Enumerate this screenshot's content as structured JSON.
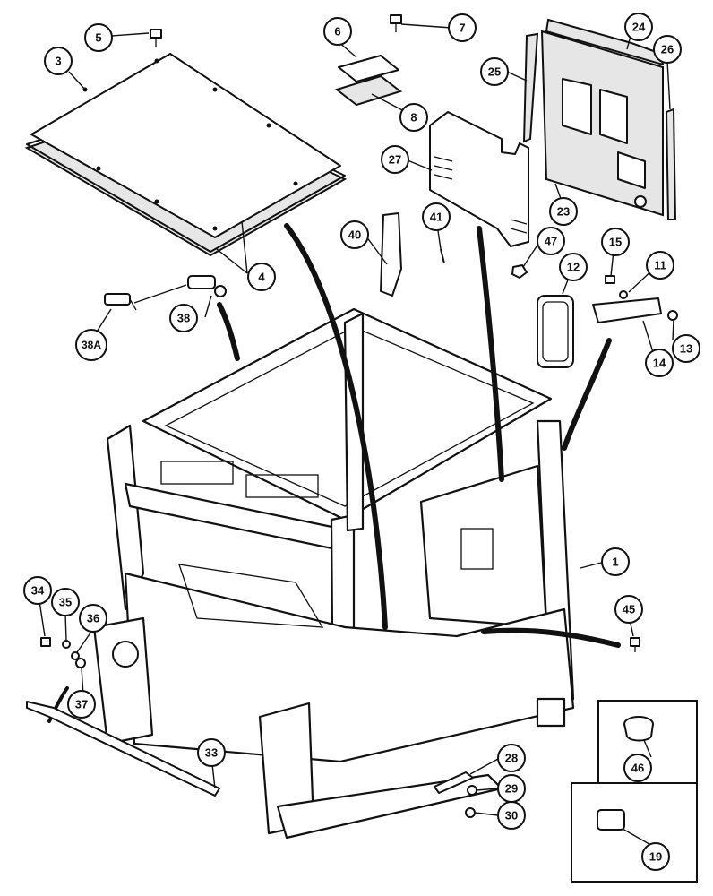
{
  "callouts": [
    {
      "id": "1",
      "label": "1"
    },
    {
      "id": "3",
      "label": "3"
    },
    {
      "id": "4",
      "label": "4"
    },
    {
      "id": "5",
      "label": "5"
    },
    {
      "id": "6",
      "label": "6"
    },
    {
      "id": "7",
      "label": "7"
    },
    {
      "id": "8",
      "label": "8"
    },
    {
      "id": "11",
      "label": "11"
    },
    {
      "id": "12",
      "label": "12"
    },
    {
      "id": "13",
      "label": "13"
    },
    {
      "id": "14",
      "label": "14"
    },
    {
      "id": "15",
      "label": "15"
    },
    {
      "id": "19",
      "label": "19"
    },
    {
      "id": "23",
      "label": "23"
    },
    {
      "id": "24",
      "label": "24"
    },
    {
      "id": "25",
      "label": "25"
    },
    {
      "id": "26",
      "label": "26"
    },
    {
      "id": "27",
      "label": "27"
    },
    {
      "id": "28",
      "label": "28"
    },
    {
      "id": "29",
      "label": "29"
    },
    {
      "id": "30",
      "label": "30"
    },
    {
      "id": "33",
      "label": "33"
    },
    {
      "id": "34",
      "label": "34"
    },
    {
      "id": "35",
      "label": "35"
    },
    {
      "id": "36",
      "label": "36"
    },
    {
      "id": "37",
      "label": "37"
    },
    {
      "id": "38",
      "label": "38"
    },
    {
      "id": "38A",
      "label": "38A"
    },
    {
      "id": "40",
      "label": "40"
    },
    {
      "id": "41",
      "label": "41"
    },
    {
      "id": "45",
      "label": "45"
    },
    {
      "id": "46",
      "label": "46"
    },
    {
      "id": "47",
      "label": "47"
    }
  ]
}
